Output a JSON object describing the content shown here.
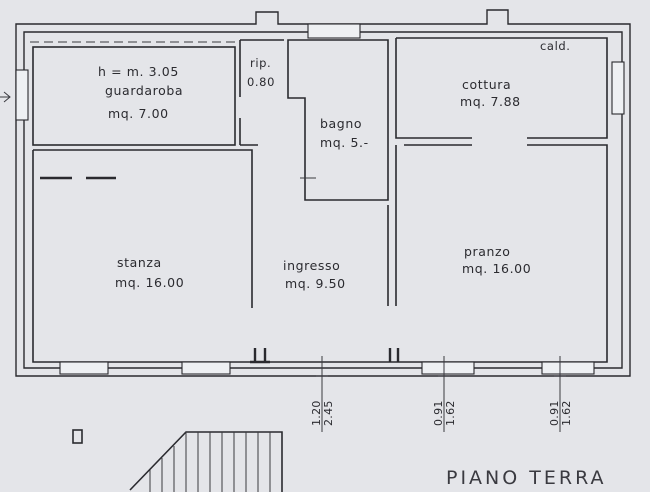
{
  "plan": {
    "title": "PIANO TERRA",
    "height_note": "h = m. 3.05",
    "rooms": {
      "guardaroba": {
        "name": "guardaroba",
        "area": "mq. 7.00"
      },
      "rip": {
        "name": "rip.",
        "area": "0.80"
      },
      "bagno": {
        "name": "bagno",
        "area": "mq. 5.-"
      },
      "cottura": {
        "name": "cottura",
        "area": "mq. 7.88"
      },
      "cald": {
        "name": "cald."
      },
      "stanza": {
        "name": "stanza",
        "area": "mq. 16.00"
      },
      "ingresso": {
        "name": "ingresso",
        "area": "mq. 9.50"
      },
      "pranzo": {
        "name": "pranzo",
        "area": "mq. 16.00"
      }
    },
    "dimensions": {
      "d1": {
        "top": "1.20",
        "bottom": "2.45"
      },
      "d2": {
        "top": "0.91",
        "bottom": "1.62"
      },
      "d3": {
        "top": "0.91",
        "bottom": "1.62"
      }
    }
  }
}
